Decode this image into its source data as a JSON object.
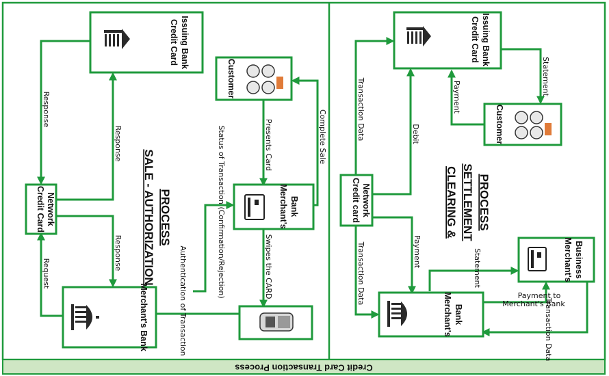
{
  "footer": "Credit Card Transaction Process",
  "left_panel": {
    "title_line1": "SALE - AUTHORIZATION",
    "title_line2": "PROCESS",
    "nodes": {
      "issuing_bank": [
        "Credit Card",
        "Issuing Bank"
      ],
      "network": [
        "Credit Card",
        "Network"
      ],
      "merchants_bank": "Merchant's Bank",
      "customer": "Customer",
      "card_bank": [
        "Merchant's",
        "Bank"
      ]
    },
    "labels": {
      "response_top": "Response",
      "response_mid": "Response",
      "response_low": "Response",
      "request": "Request",
      "auth": "Authentication of Transaction",
      "status": "Status of Transaction (Confirmation/Rejection)",
      "presents_card": "Presents Card",
      "complete_sale": "Complete Sale",
      "swipes": "Swipes the CARD"
    }
  },
  "right_panel": {
    "title_line1": "CLEARING &",
    "title_line2": "SETTLEMENT",
    "title_line3": "PROCESS",
    "nodes": {
      "issuing_bank": [
        "Credit Card",
        "Issuing Bank"
      ],
      "customer": "Customer",
      "network": [
        "Credit card",
        "Network"
      ],
      "merchants_bank": [
        "Merchant's",
        "Bank"
      ],
      "merchants_business": [
        "Merchant's",
        "Business"
      ]
    },
    "labels": {
      "transaction_data_top": "Transaction Data",
      "debit": "Debit",
      "payment_top": "Payment",
      "statement_top": "Statement",
      "transaction_data_low": "Transaction Data",
      "payment_low": "Payment",
      "statement_low": "Statement",
      "payment_to_line1": "Payment to",
      "payment_to_line2": "Merchant's Bank",
      "transaction_data_right": "Transaction Data"
    }
  }
}
